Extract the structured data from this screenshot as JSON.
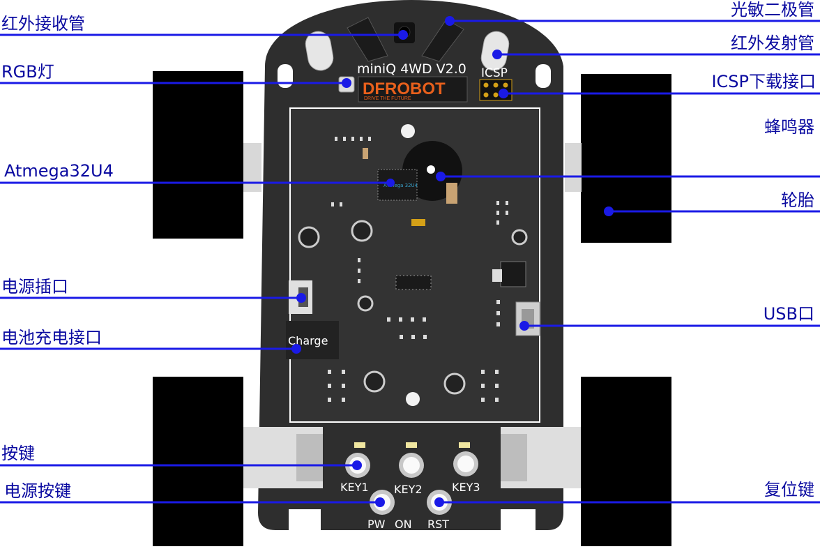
{
  "board": {
    "model_text": "miniQ 4WD V2.0",
    "icsp_text": "ICSP",
    "brand_text": "DFROBOT",
    "brand_tagline": "DRIVE THE FUTURE",
    "chip_text": "ATmega 32U4",
    "charge_text": "Charge",
    "key1_text": "KEY1",
    "key2_text": "KEY2",
    "key3_text": "KEY3",
    "pw_text": "PW",
    "on_text": "ON",
    "rst_text": "RST"
  },
  "callouts": {
    "ir_receiver": "红外接收管",
    "rgb_led": "RGB灯",
    "atmega": "Atmega32U4",
    "power_socket": "电源插口",
    "battery_charge": "电池充电接口",
    "keys": "按键",
    "power_key": "电源按键",
    "photodiode": "光敏二极管",
    "ir_emitter": "红外发射管",
    "icsp_port": "ICSP下载接口",
    "buzzer": "蜂鸣器",
    "tire": "轮胎",
    "usb_port": "USB口",
    "reset_key": "复位键"
  },
  "colors": {
    "callout_line": "#1a1ae6",
    "callout_text": "#0a0aa0",
    "board": "#2e2e2e",
    "tire": "#000000",
    "brand": "#e8601c"
  }
}
